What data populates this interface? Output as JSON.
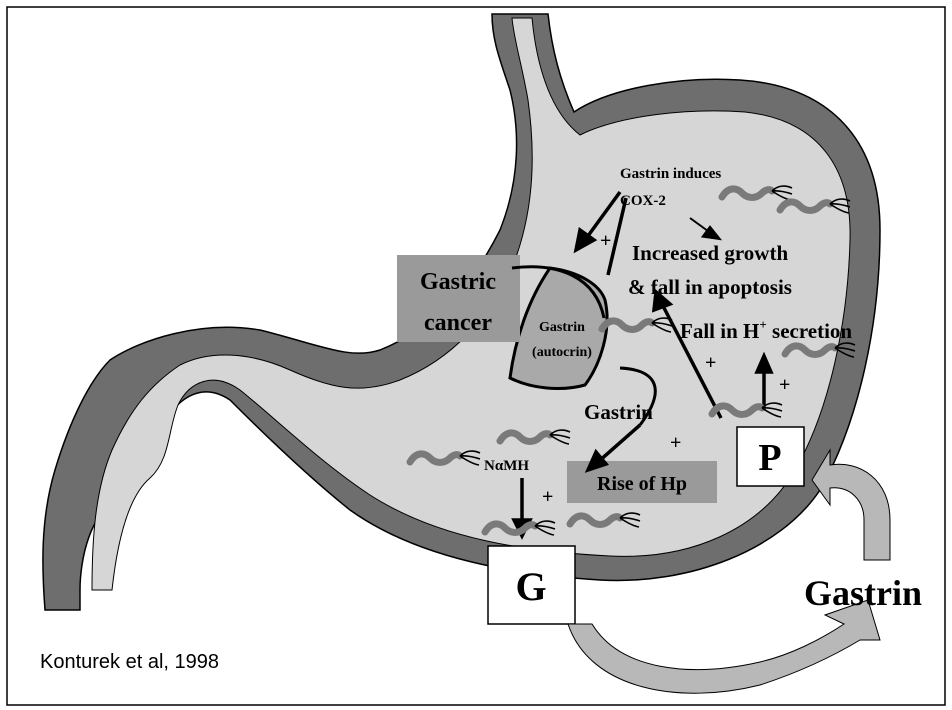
{
  "labels": {
    "gastrin_induces": "Gastrin induces",
    "cox2": "COX-2",
    "increased_growth": "Increased  growth",
    "fall_apoptosis": "& fall in apoptosis",
    "gastric": "Gastric",
    "cancer": "cancer",
    "gastrin_small": "Gastrin",
    "autocrin": "(autocrin)",
    "fall_in": "Fall in  H",
    "h_superscript": "+",
    "secretion": " secretion",
    "gastrin_mid": "Gastrin",
    "rise_hp": "Rise of Hp",
    "namh": "NαMH",
    "plus": "+",
    "cell_p": "P",
    "cell_g": "G",
    "gastrin_big": "Gastrin",
    "citation": "Konturek et al, 1998"
  },
  "colors": {
    "stomach_wall": "#6e6e6e",
    "stomach_lumen": "#d6d6d6",
    "tumor": "#a9a9a9",
    "label_box": "#9a9a9a",
    "bacteria": "#7a7a7a",
    "hormone_arrow": "#b8b8b8"
  }
}
